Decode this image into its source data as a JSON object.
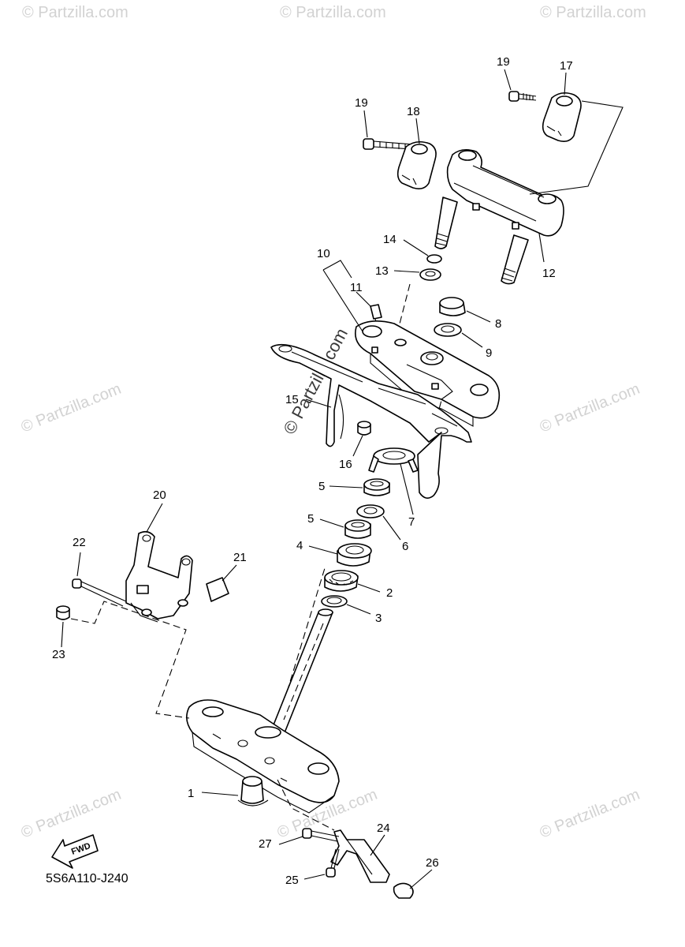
{
  "diagram_code": "5S6A110-J240",
  "fwd_label": "FWD",
  "watermark": {
    "text": "© Partzilla.com",
    "center_text": "© Partzilla.com"
  },
  "callouts": {
    "c1": "1",
    "c2": "2",
    "c3": "3",
    "c4": "4",
    "c5a": "5",
    "c5b": "5",
    "c6": "6",
    "c7": "7",
    "c8": "8",
    "c9": "9",
    "c10": "10",
    "c11": "11",
    "c12": "12",
    "c13": "13",
    "c14": "14",
    "c15": "15",
    "c16": "16",
    "c17": "17",
    "c18": "18",
    "c19a": "19",
    "c19b": "19",
    "c20": "20",
    "c21": "21",
    "c22": "22",
    "c23": "23",
    "c24": "24",
    "c25": "25",
    "c26": "26",
    "c27": "27"
  }
}
